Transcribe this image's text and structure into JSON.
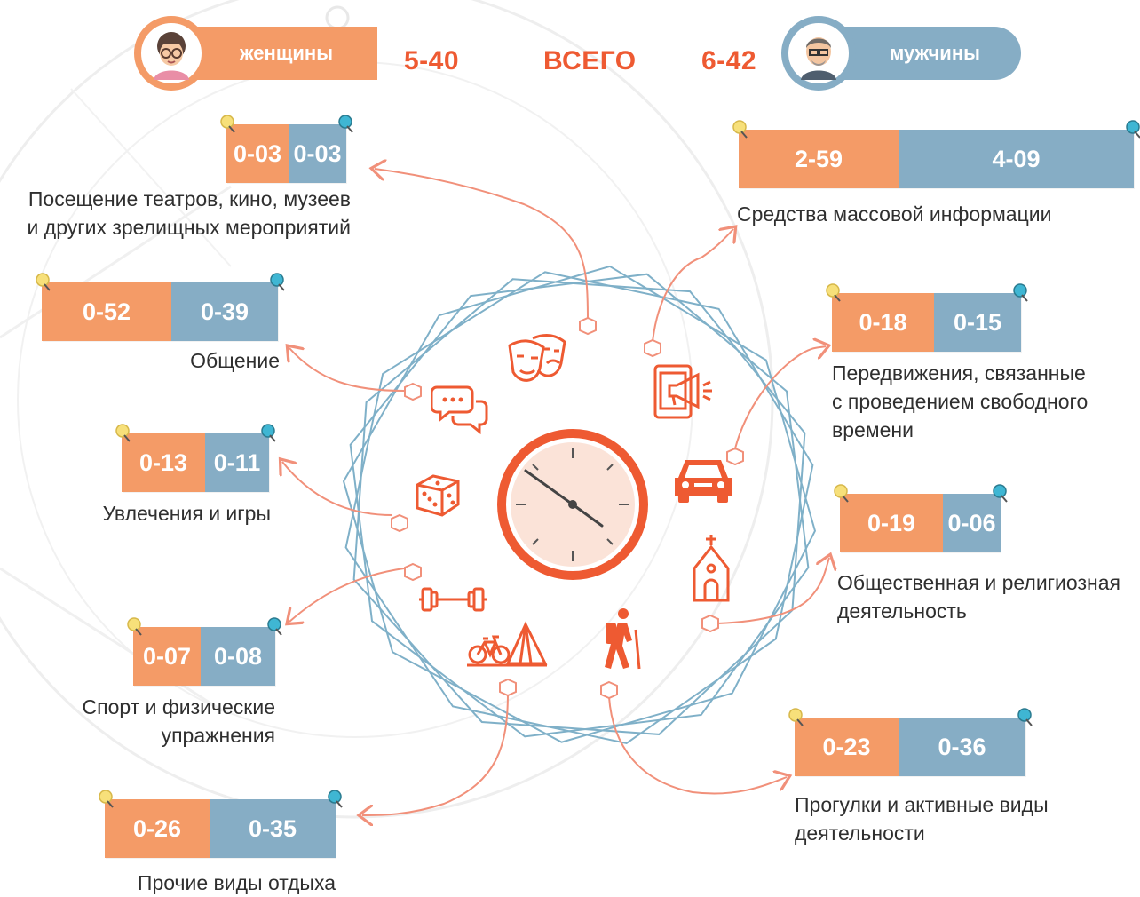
{
  "header": {
    "women_label": "женщины",
    "women_total": "5-40",
    "total_label": "ВСЕГО",
    "men_total": "6-42",
    "men_label": "мужчины"
  },
  "colors": {
    "women": "#f49b67",
    "men": "#86adc5",
    "accent": "#ee5a32",
    "frame": "#7fb0c8",
    "text": "#2f2f2f"
  },
  "categories": [
    {
      "key": "theatre",
      "women": "0-03",
      "men": "0-03",
      "label": [
        "Посещение театров, кино, музеев",
        "и других зрелищных мероприятий"
      ],
      "icon": "theatre-masks-icon"
    },
    {
      "key": "communication",
      "women": "0-52",
      "men": "0-39",
      "label": [
        "Общение"
      ],
      "icon": "chat-bubbles-icon"
    },
    {
      "key": "hobbies",
      "women": "0-13",
      "men": "0-11",
      "label": [
        "Увлечения и игры"
      ],
      "icon": "dice-icon"
    },
    {
      "key": "sport",
      "women": "0-07",
      "men": "0-08",
      "label": [
        "Спорт и физические",
        "упражнения"
      ],
      "icon": "dumbbell-icon"
    },
    {
      "key": "other",
      "women": "0-26",
      "men": "0-35",
      "label": [
        "Прочие виды отдыха"
      ],
      "icon": "bicycle-tent-icon"
    },
    {
      "key": "media",
      "women": "2-59",
      "men": "4-09",
      "label": [
        "Средства массовой информации"
      ],
      "icon": "tablet-megaphone-icon"
    },
    {
      "key": "travel",
      "women": "0-18",
      "men": "0-15",
      "label": [
        "Передвижения, связанные",
        "с проведением свободного",
        "времени"
      ],
      "icon": "car-icon"
    },
    {
      "key": "social",
      "women": "0-19",
      "men": "0-06",
      "label": [
        "Общественная и религиозная",
        "деятельность"
      ],
      "icon": "church-icon"
    },
    {
      "key": "walks",
      "women": "0-23",
      "men": "0-36",
      "label": [
        "Прогулки и активные виды",
        "деятельности"
      ],
      "icon": "hiker-icon"
    }
  ]
}
